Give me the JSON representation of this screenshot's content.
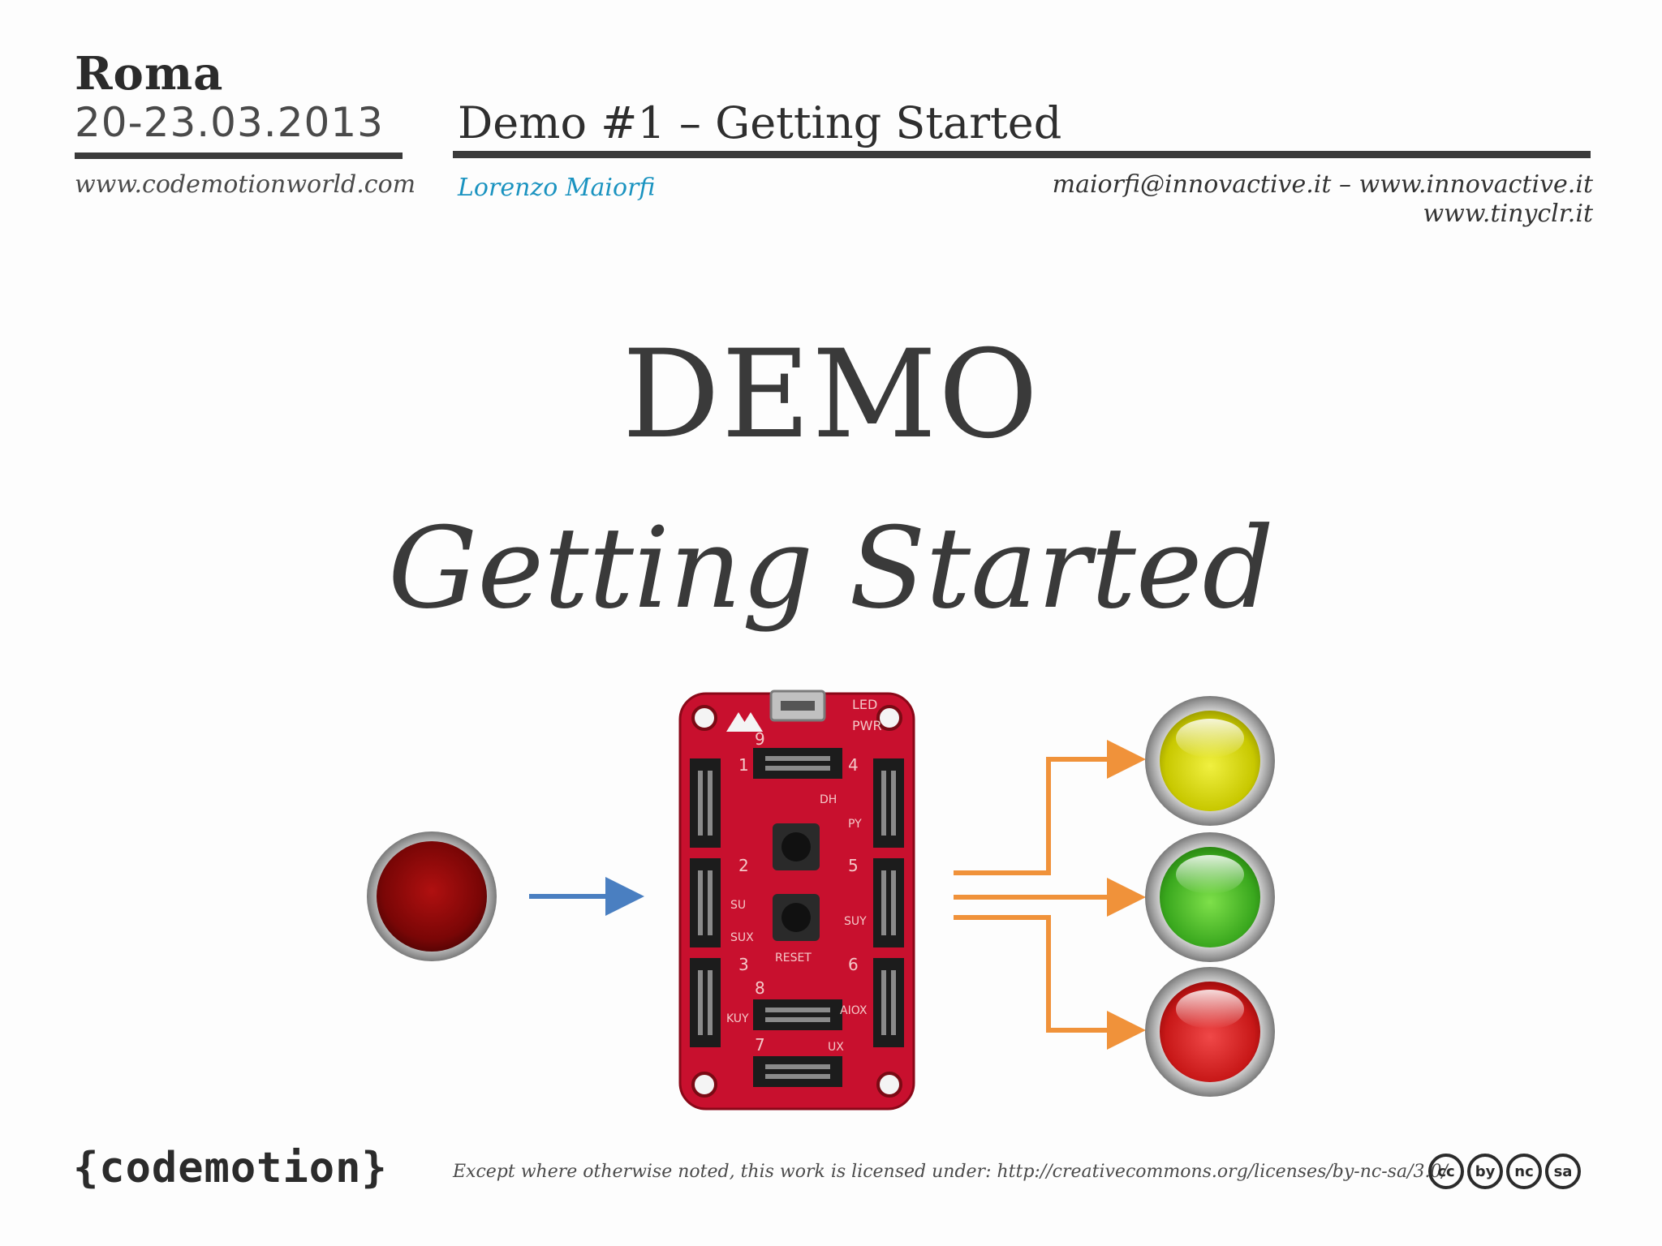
{
  "header": {
    "city": "Roma",
    "dates": "20-23.03.2013",
    "site": "www.codemotionworld.com",
    "slide_title": "Demo #1 – Getting Started",
    "author": "Lorenzo Maiorfi",
    "contact_line1": "maiorfi@innovactive.it – www.innovactive.it",
    "contact_line2": "www.tinyclr.it"
  },
  "main": {
    "heading": "DEMO",
    "subheading": "Getting Started"
  },
  "board": {
    "silkscreen_led": "LED",
    "silkscreen_pwr": "PWR",
    "socket_numbers": [
      "1",
      "2",
      "3",
      "4",
      "5",
      "6",
      "7",
      "8",
      "9"
    ],
    "socket_types": [
      "DH",
      "SU",
      "PY",
      "SUY",
      "AIOX",
      "SUX",
      "KUY",
      "UX"
    ],
    "reset_label": "RESET"
  },
  "footer": {
    "brand": "{codemotion}",
    "license": "Except where otherwise noted, this work is licensed under: http://creativecommons.org/licenses/by-nc-sa/3.0/",
    "cc_icons": [
      "cc",
      "by",
      "nc",
      "sa"
    ]
  },
  "colors": {
    "accent_blue": "#1a93c0",
    "arrow_input": "#4a7fc1",
    "arrow_output": "#f0923a",
    "board_red": "#c8102e",
    "text_dark": "#3a3a3a"
  }
}
